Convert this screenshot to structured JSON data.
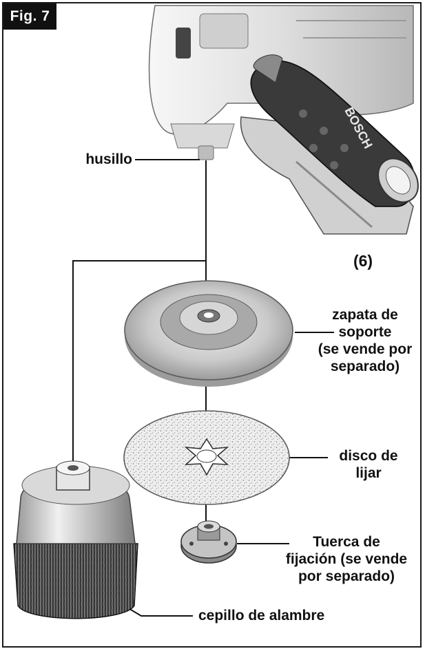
{
  "figure": {
    "badge": "Fig. 7"
  },
  "brand": {
    "grip_logo": "BOSCH"
  },
  "labels": {
    "spindle": "husillo",
    "handle_ref": "(6)",
    "backing_pad": [
      "zapata de",
      "soporte",
      "(se vende por",
      "separado)"
    ],
    "sanding_disc": [
      "disco de",
      "lijar"
    ],
    "lock_nut": [
      "Tuerca de",
      "fijación (se vende",
      "por separado)"
    ],
    "wire_brush": "cepillo de alambre"
  },
  "colors": {
    "ink": "#111111",
    "metal": "#bdbdbd",
    "grip": "#3a3a3a"
  }
}
